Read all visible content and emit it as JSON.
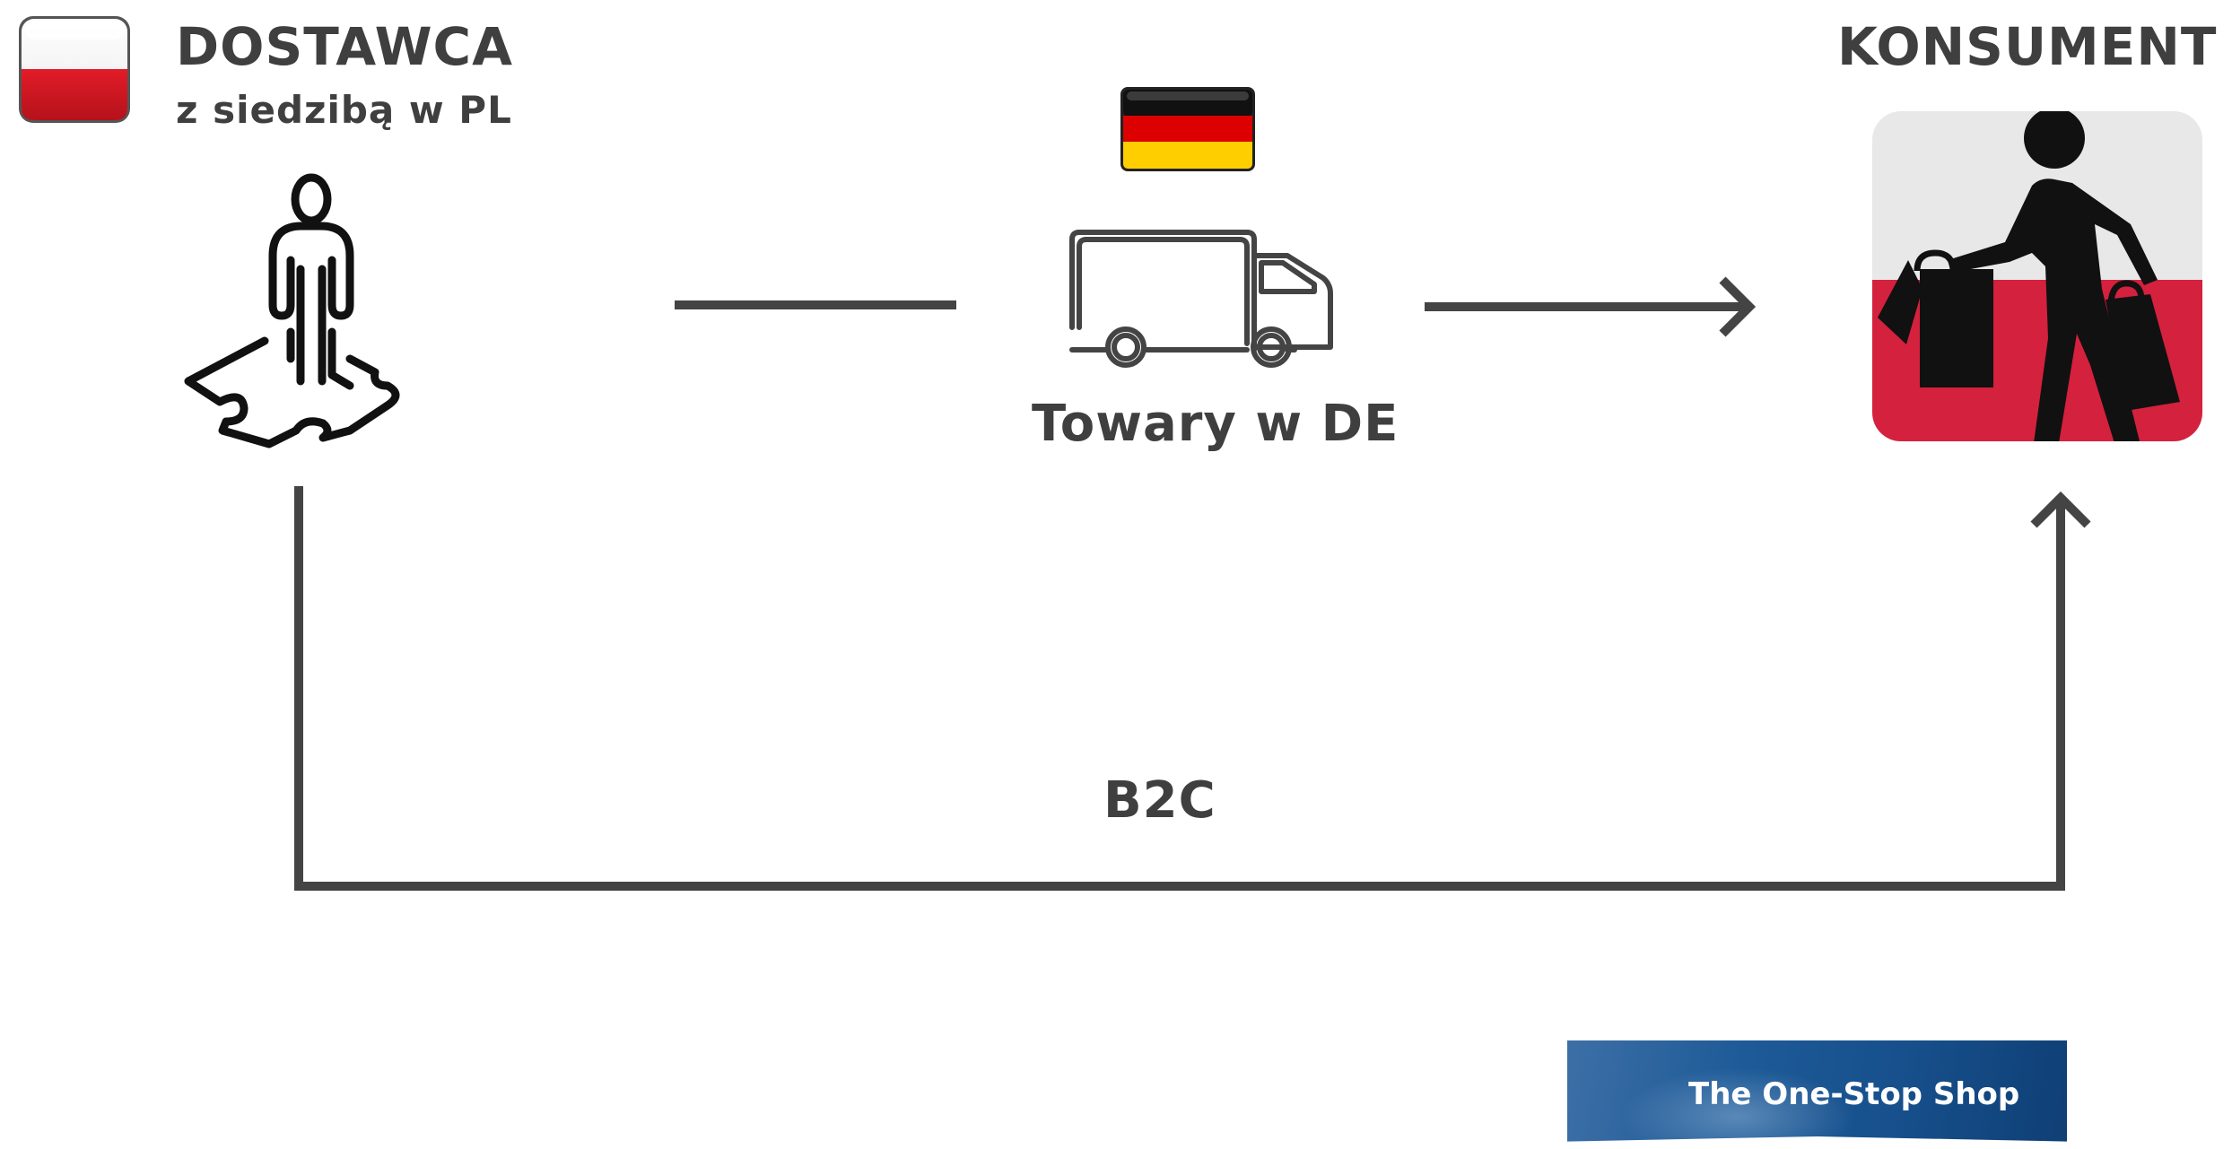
{
  "supplier": {
    "title": "DOSTAWCA",
    "subtitle": "z siedzibą w PL",
    "flag_icon": "poland-flag-icon",
    "person_icon": "person-on-map-icon"
  },
  "goods": {
    "label": "Towary w DE",
    "flag_icon": "germany-flag-icon",
    "vehicle_icon": "delivery-truck-icon"
  },
  "consumer": {
    "title": "KONSUMENT PL",
    "icon": "shopper-with-bags-icon"
  },
  "flow": {
    "label": "B2C"
  },
  "banner": {
    "text": "The One-Stop Shop"
  },
  "colors": {
    "text": "#3f3f3f",
    "line": "#444444",
    "poland_red": "#d4213d",
    "germany_red": "#dd0000",
    "germany_gold": "#ffce00",
    "banner_blue": "#1d5a97"
  }
}
